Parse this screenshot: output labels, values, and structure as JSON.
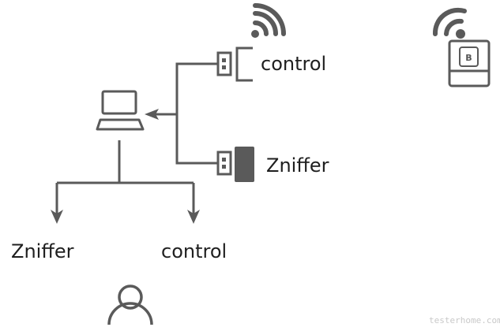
{
  "labels": {
    "top_dongle": "control",
    "bottom_dongle": "Zniffer",
    "left_branch": "Zniffer",
    "right_branch": "control"
  },
  "device_badge": "B",
  "watermark": "testerhome.com",
  "colors": {
    "stroke": "#5a5a5a",
    "text": "#1f1f1f",
    "background": "#ffffff"
  },
  "icons": {
    "top_wifi": "wifi-signal-icon",
    "device_wifi": "wifi-signal-icon",
    "laptop": "laptop-icon",
    "usb_control": "usb-dongle-outline-icon",
    "usb_zniffer": "usb-dongle-filled-icon",
    "device": "smart-device-icon",
    "user": "user-icon"
  }
}
